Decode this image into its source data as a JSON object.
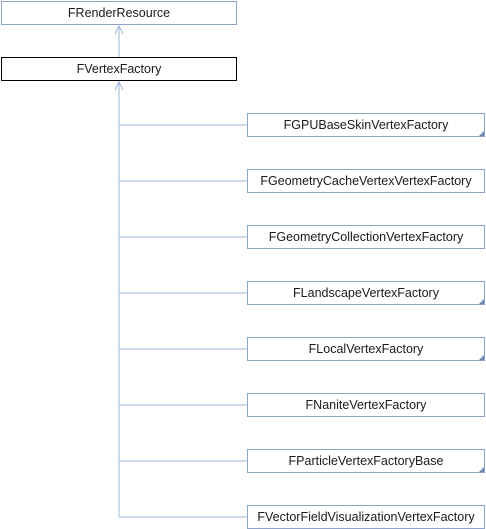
{
  "base_class": {
    "label": "FRenderResource"
  },
  "current_class": {
    "label": "FVertexFactory"
  },
  "derived_classes": [
    {
      "label": "FGPUBaseSkinVertexFactory"
    },
    {
      "label": "FGeometryCacheVertexVertexFactory"
    },
    {
      "label": "FGeometryCollectionVertexFactory"
    },
    {
      "label": "FLandscapeVertexFactory"
    },
    {
      "label": "FLocalVertexFactory"
    },
    {
      "label": "FNaniteVertexFactory"
    },
    {
      "label": "FParticleVertexFactoryBase"
    },
    {
      "label": "FVectorFieldVisualizationVertexFactory"
    }
  ],
  "colors": {
    "edge": "#9bb8d6",
    "node_border": "#8fa3c8",
    "current_border": "#000000",
    "corner_marker": "#7088b8"
  }
}
